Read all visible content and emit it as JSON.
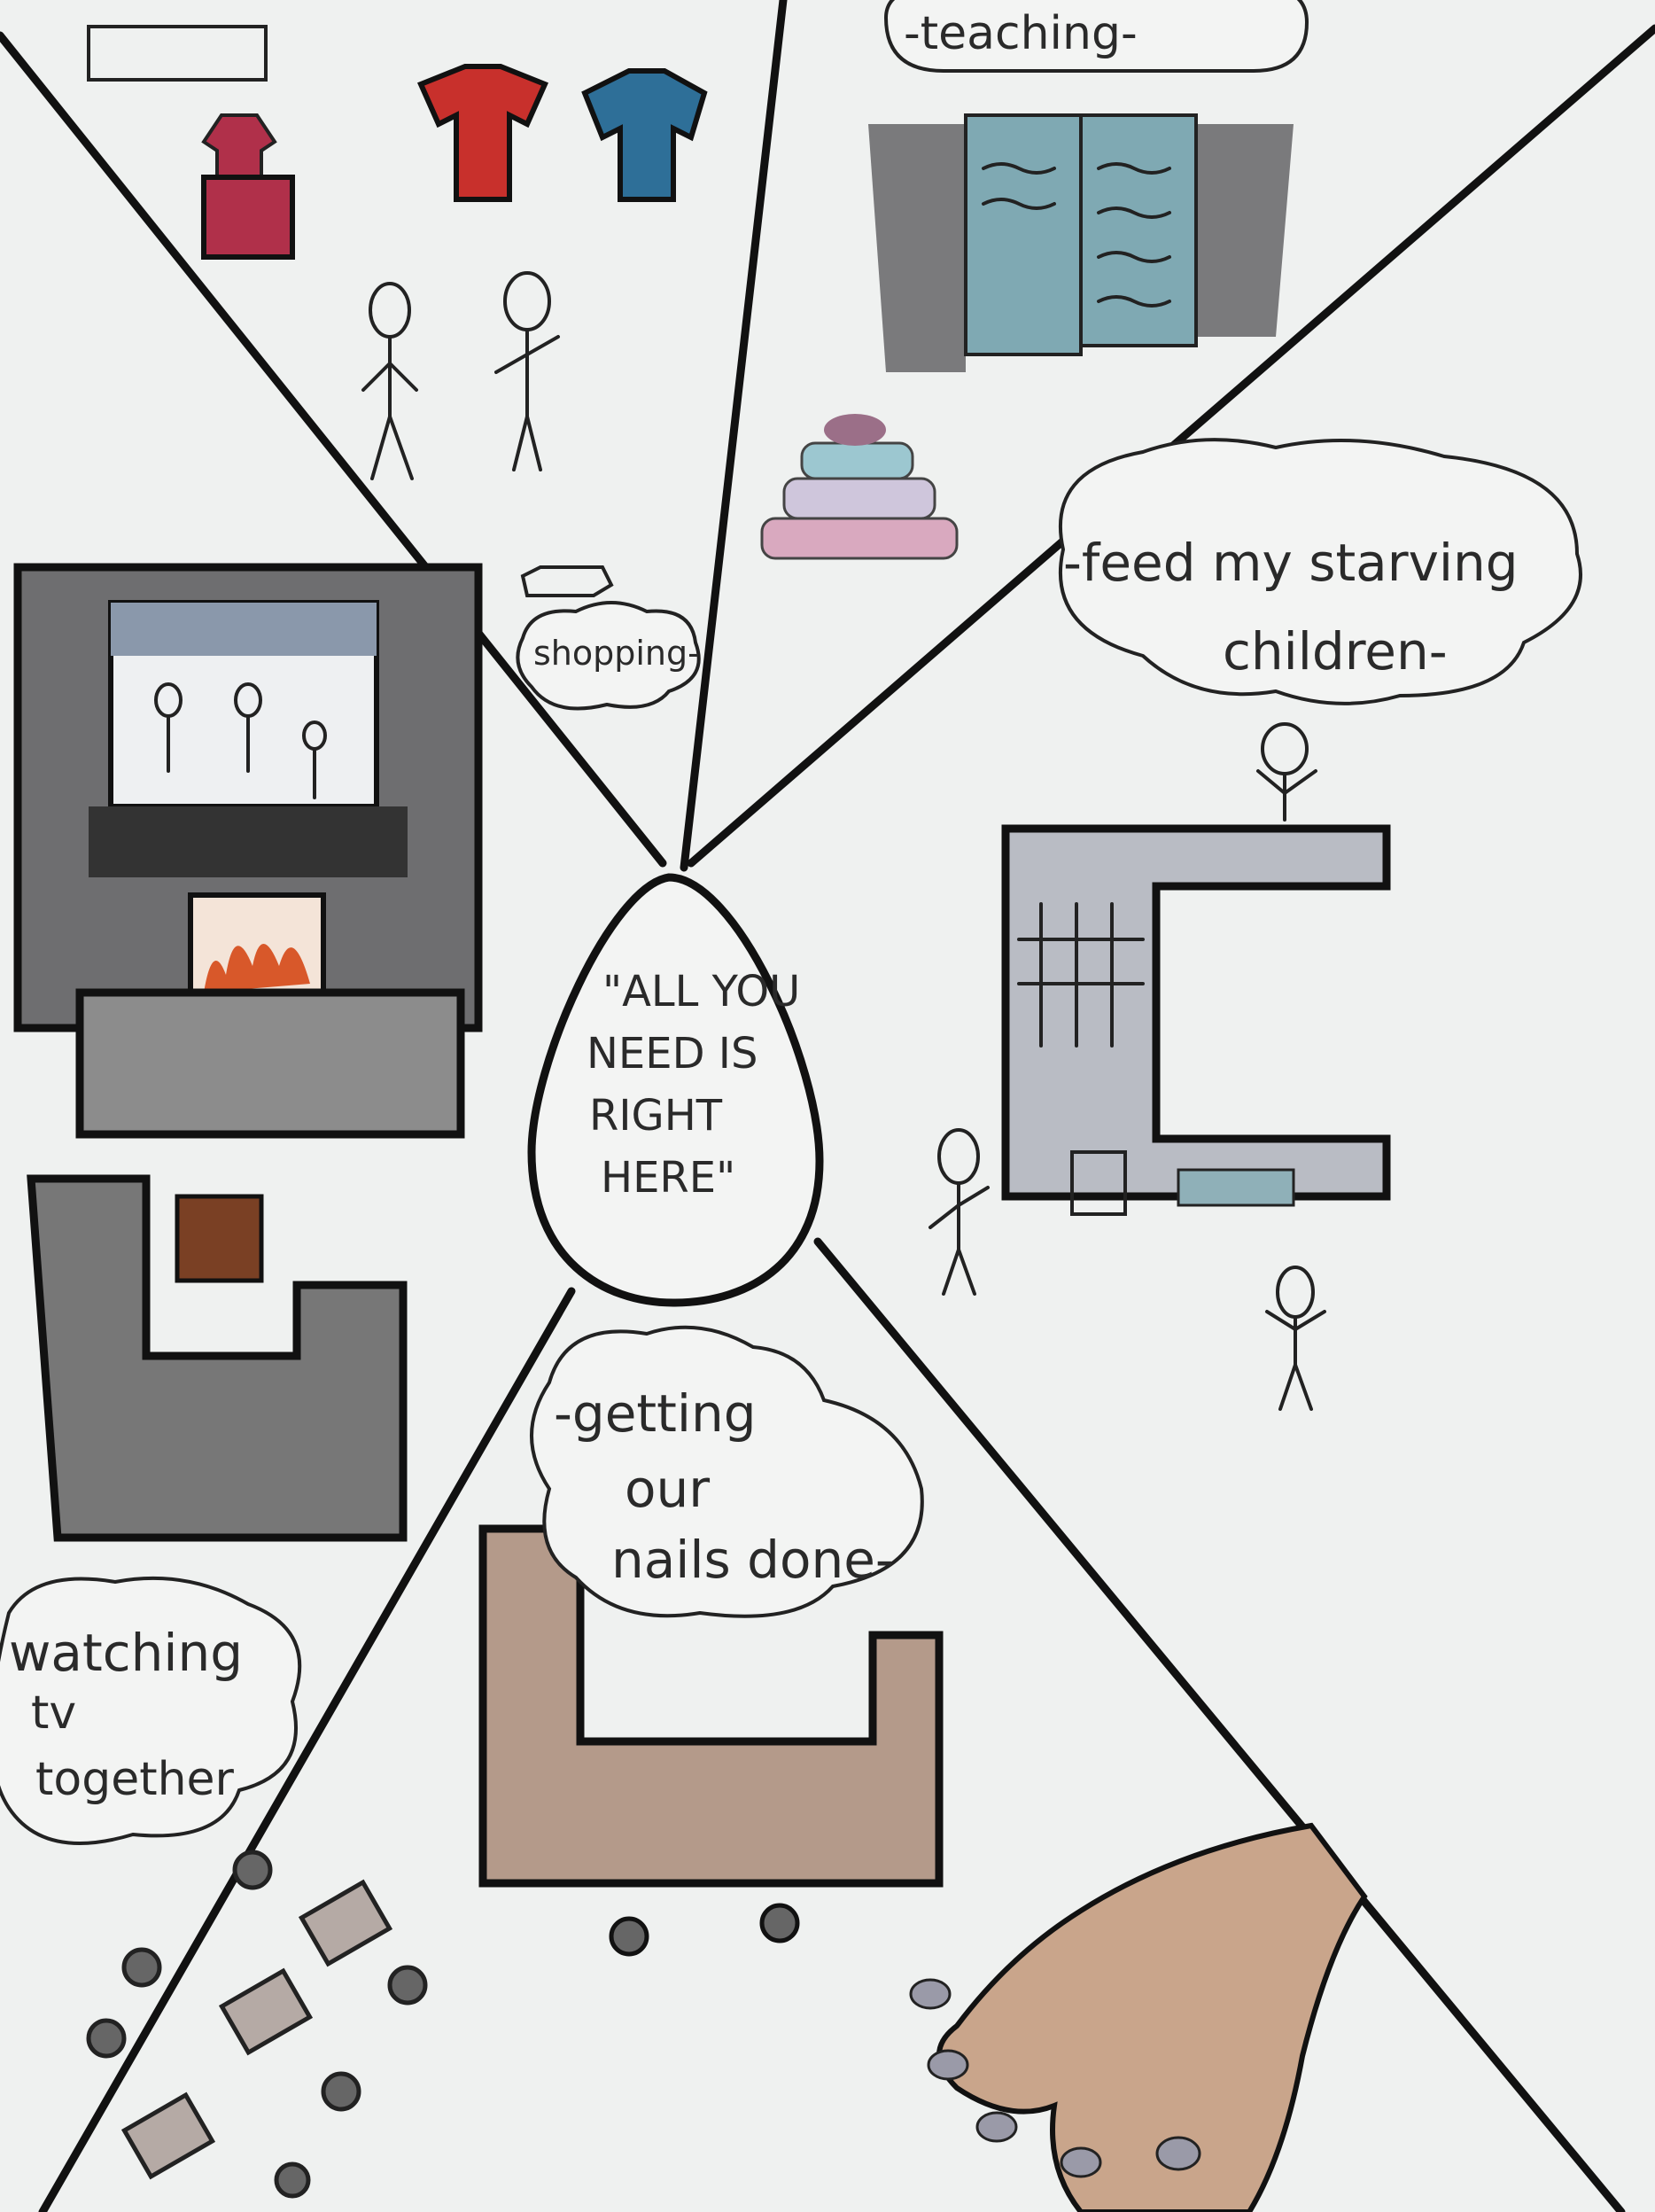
{
  "center": {
    "lines": [
      "\"ALL YOU",
      "NEED IS",
      "RIGHT",
      "HERE\""
    ]
  },
  "bubbles": {
    "teaching": "-teaching-",
    "feed": [
      "-feed my starving",
      "children-"
    ],
    "shopping": "shopping-",
    "nails": [
      "-getting",
      "our",
      "nails done-"
    ],
    "tv": [
      "watching",
      "tv",
      "together"
    ]
  },
  "colors": {
    "paper": "#eff1f0",
    "ink": "#111111",
    "stone_gray": "#6e6e70",
    "shirt_red": "#c8302c",
    "shirt_blue": "#2e6f98",
    "shorts_red": "#b0304a",
    "book_teal": "#7fa9b3",
    "salon_brown": "#b49a8a",
    "hand_tan": "#c9a58b",
    "fire_orange": "#d8582a"
  }
}
